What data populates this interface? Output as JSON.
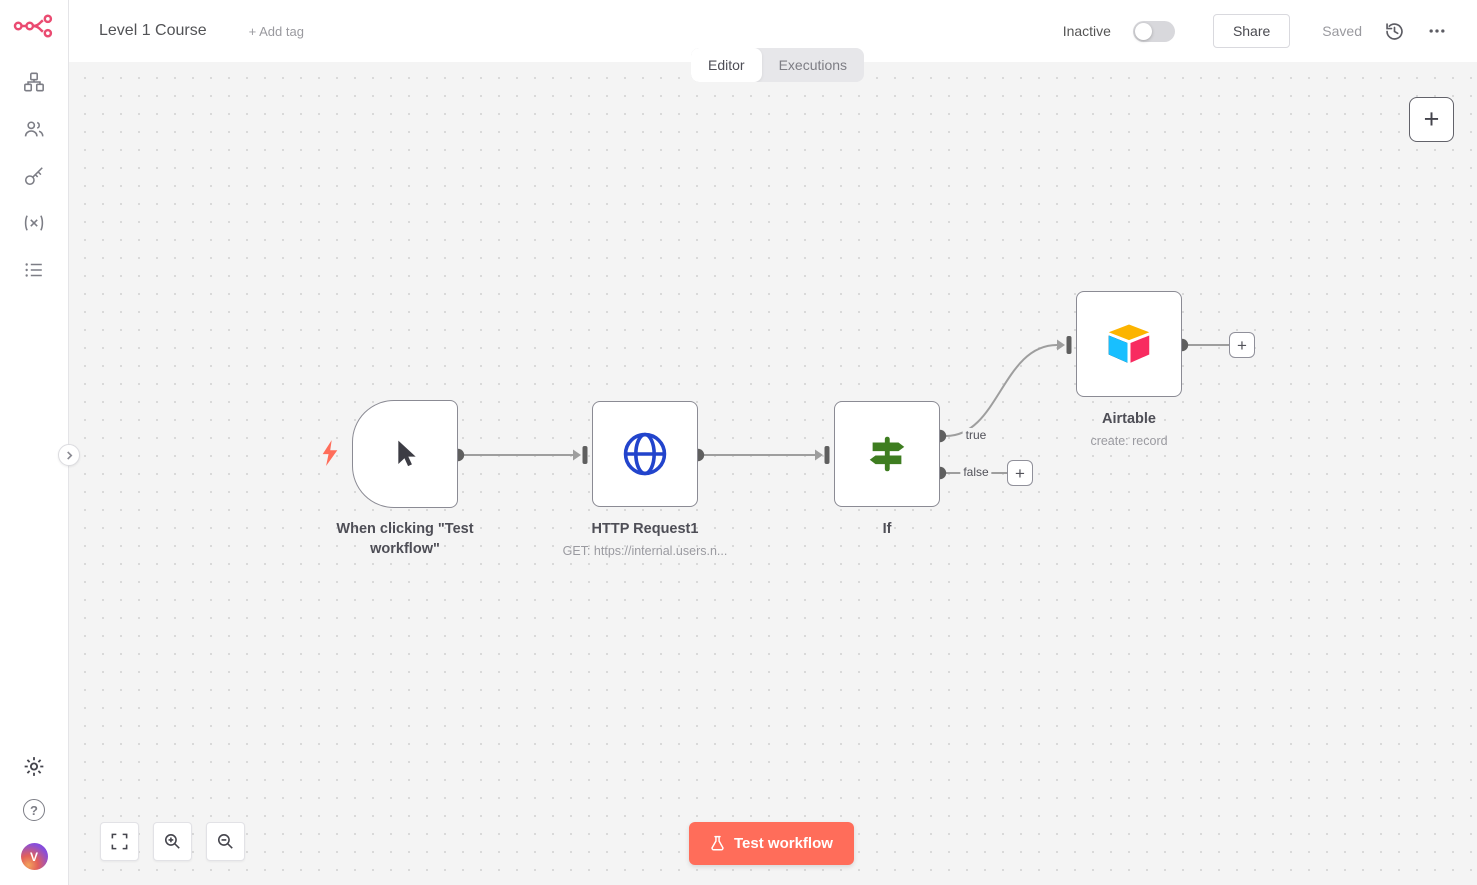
{
  "header": {
    "workflow_title": "Level 1 Course",
    "add_tag": "+ Add tag",
    "status_label": "Inactive",
    "share": "Share",
    "saved": "Saved"
  },
  "tabs": {
    "editor": "Editor",
    "executions": "Executions"
  },
  "sidebar": {
    "avatar_initial": "V",
    "help": "?"
  },
  "canvas": {
    "nodes": {
      "trigger": {
        "title": "When clicking \"Test workflow\""
      },
      "http": {
        "title": "HTTP Request1",
        "subtitle": "GET: https://internal.users.n..."
      },
      "if": {
        "title": "If"
      },
      "airtable": {
        "title": "Airtable",
        "subtitle": "create: record"
      }
    },
    "branches": {
      "true": "true",
      "false": "false"
    }
  },
  "controls": {
    "test_workflow": "Test workflow",
    "plus": "+"
  },
  "colors": {
    "accent": "#ff6d5a",
    "canvas_bg": "#f4f4f4",
    "node_border": "#8b8b94"
  }
}
